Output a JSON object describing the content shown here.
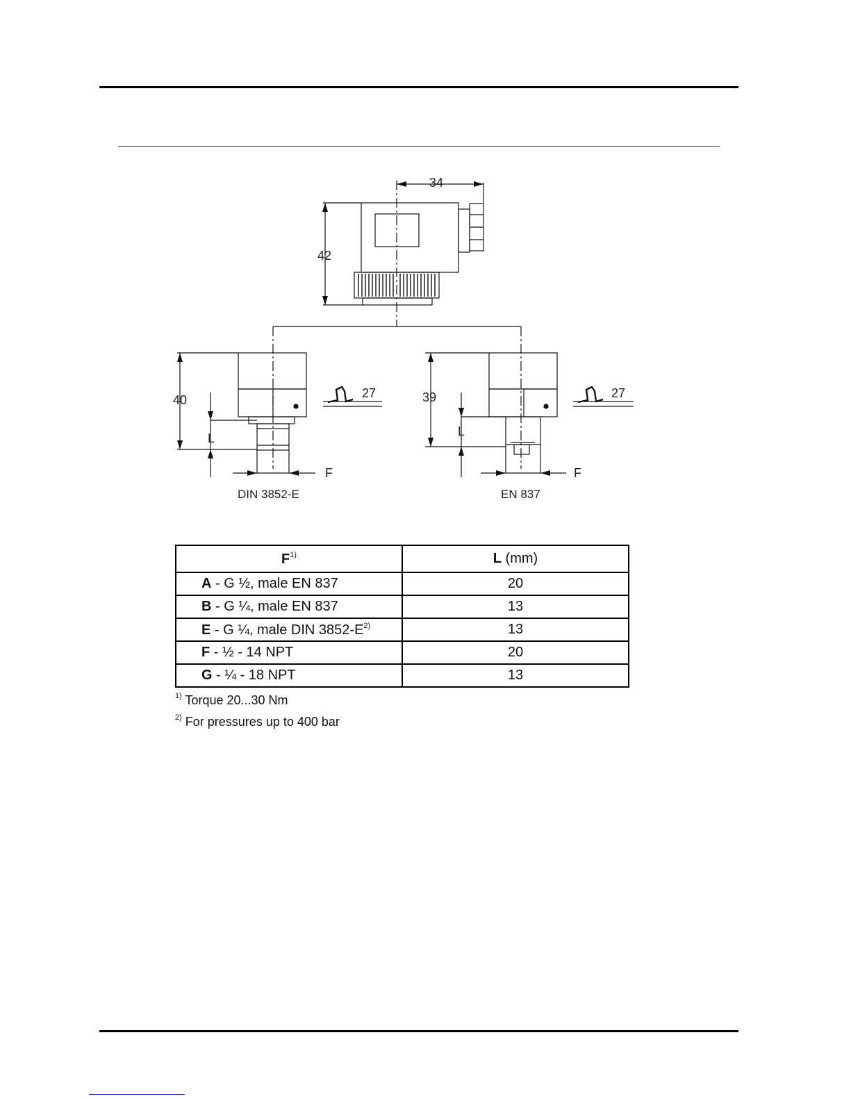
{
  "drawing": {
    "dim_width_top": "34",
    "dim_height_top": "42",
    "left_height": "40",
    "left_wrench": "27",
    "left_len": "L",
    "left_thread": "F",
    "left_caption": "DIN 3852-E",
    "right_height": "39",
    "right_wrench": "27",
    "right_len": "L",
    "right_thread": "F",
    "right_caption": "EN 837"
  },
  "table": {
    "header_f": "F",
    "header_f_note": "1)",
    "header_l": "L",
    "header_l_unit": " (mm)",
    "rows": [
      {
        "code": "A",
        "desc": " - G ½, male EN 837",
        "note": "",
        "length": "20"
      },
      {
        "code": "B",
        "desc": " - G ¼, male EN 837",
        "note": "",
        "length": "13"
      },
      {
        "code": "E",
        "desc": " - G ¼, male DIN 3852-E",
        "note": "2)",
        "length": "13"
      },
      {
        "code": "F",
        "desc": " - ½ - 14 NPT",
        "note": "",
        "length": "20"
      },
      {
        "code": "G",
        "desc": " - ¼ - 18 NPT",
        "note": "",
        "length": "13"
      }
    ]
  },
  "footnotes": [
    {
      "mark": "1)",
      "text": " Torque 20...30 Nm"
    },
    {
      "mark": "2)",
      "text": " For pressures up to 400 bar"
    }
  ]
}
